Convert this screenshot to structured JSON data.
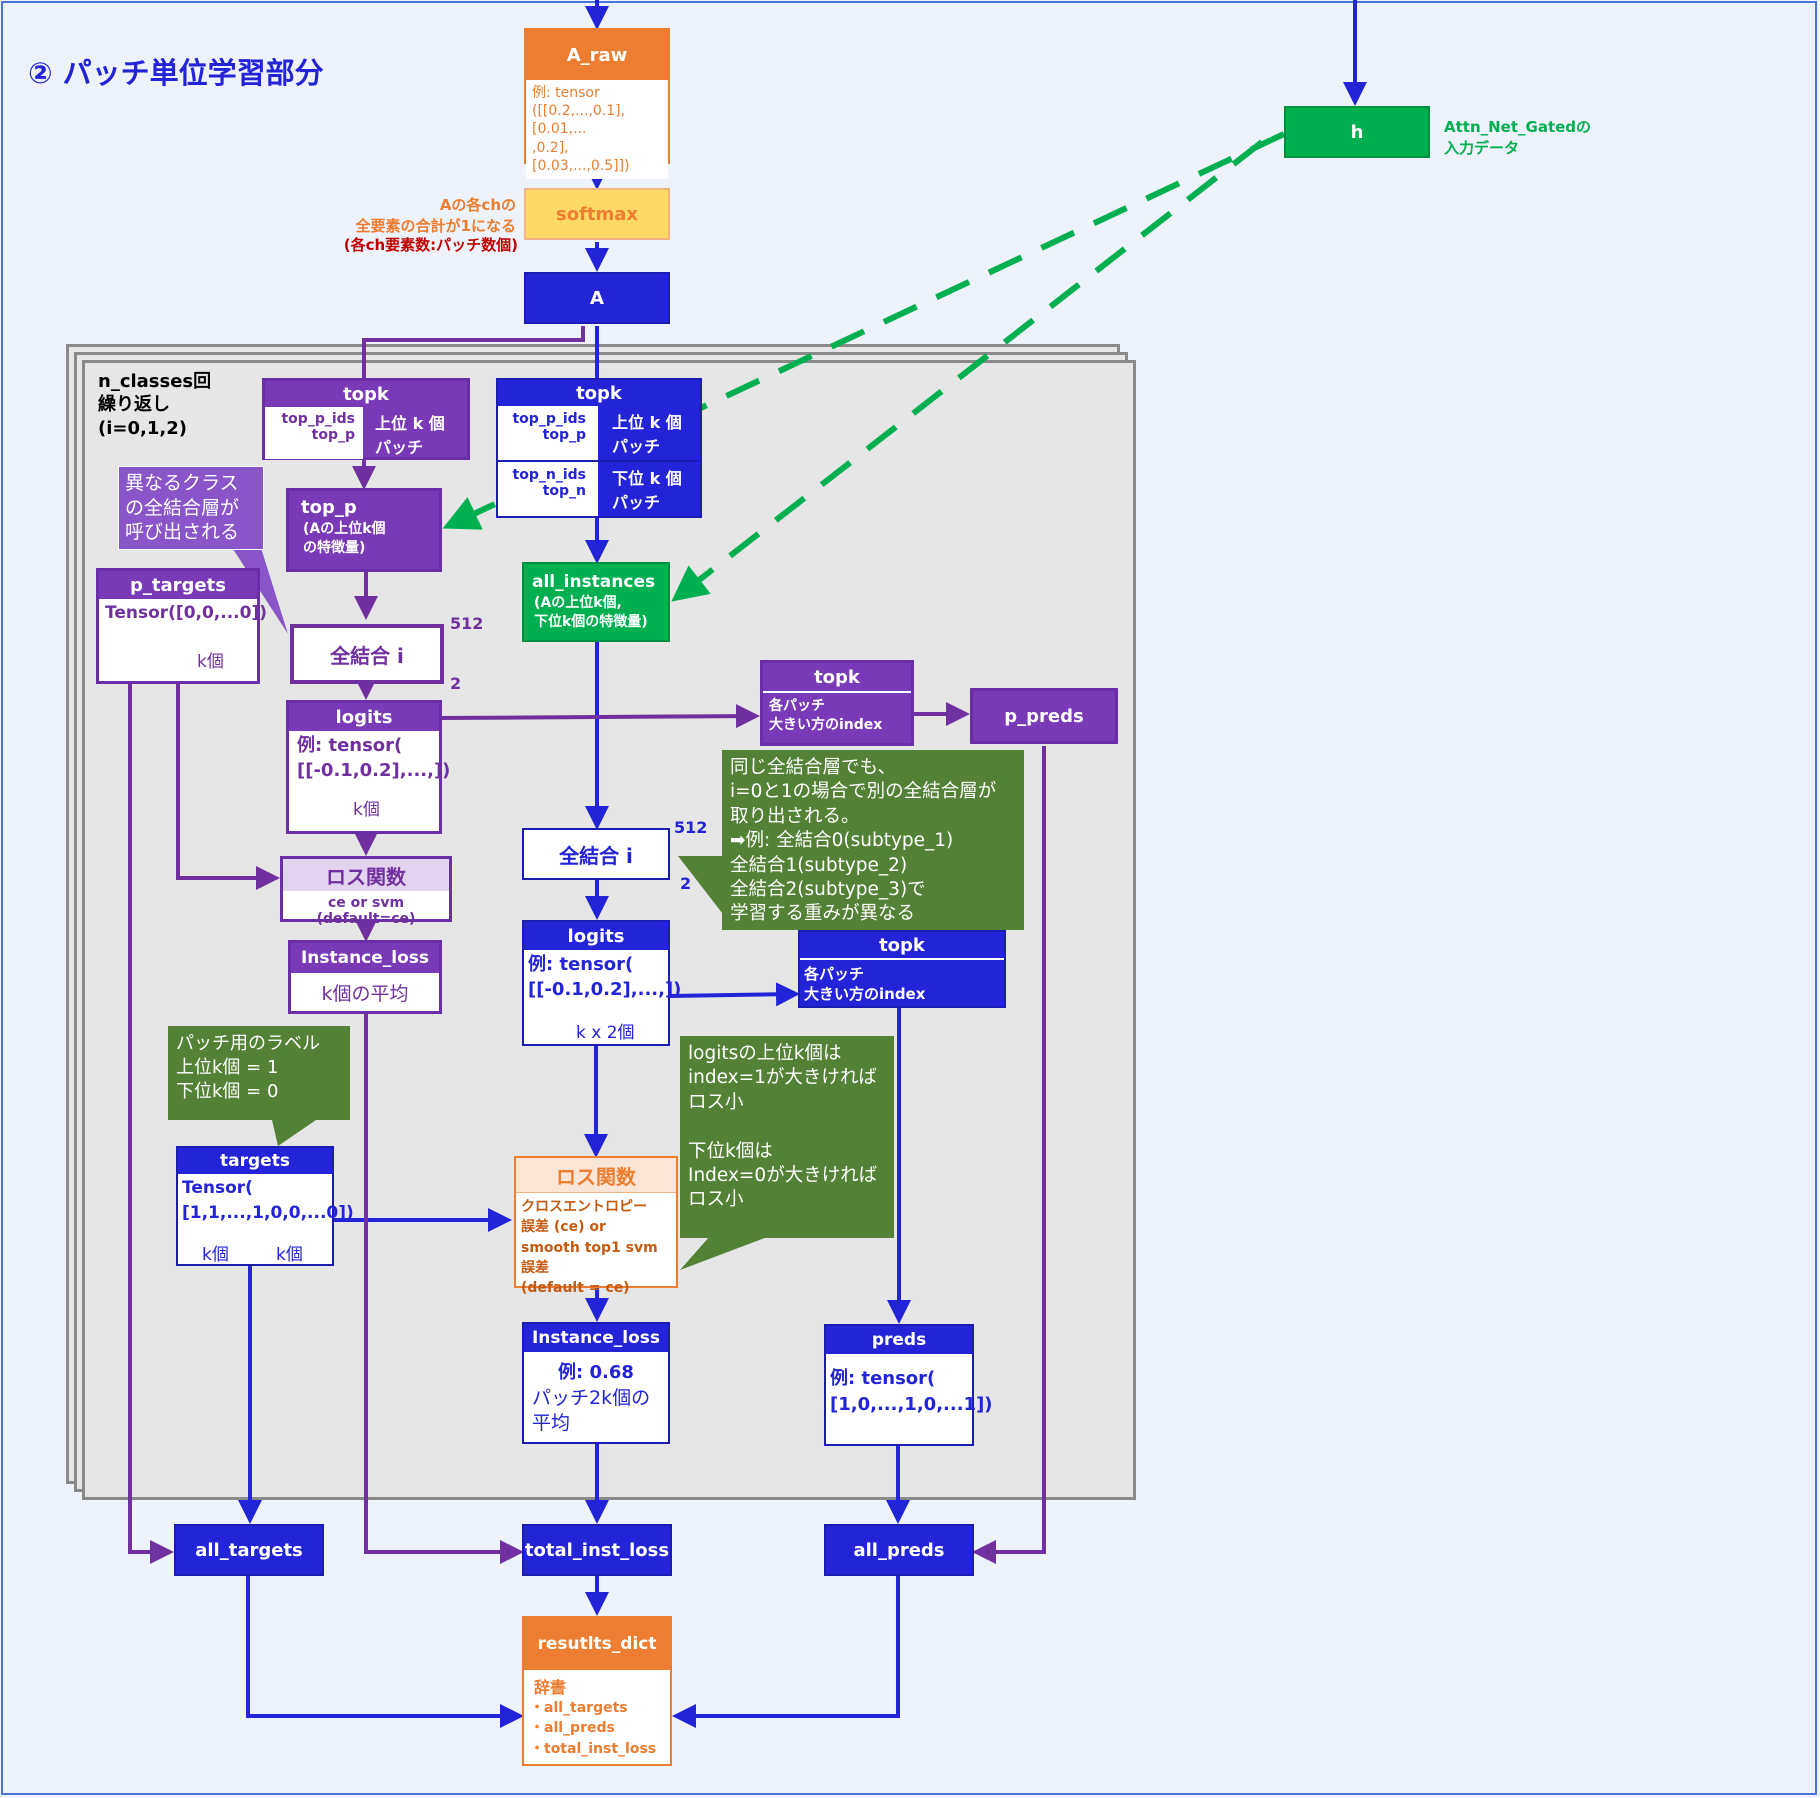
{
  "title": "② パッチ単位学習部分",
  "loop_label": "n_classes回\n繰り返し\n(i=0,1,2)",
  "a_raw": {
    "header": "A_raw",
    "body": "例: tensor\n([[0.2,...,0.1],[0.01,...\n,0.2],[0.03,...,0.5]])"
  },
  "softmax": {
    "label": "softmax",
    "note1": "Aの各chの\n全要素の合計が1になる",
    "note2": "(各ch要素数:パッチ数個)"
  },
  "a_box": "A",
  "h_box": {
    "label": "h",
    "note": "Attn_Net_Gatedの\n入力データ"
  },
  "topk_left": {
    "header": "topk",
    "ids": "top_p_ids\ntop_p",
    "desc": "上位 k 個\nパッチ"
  },
  "topk_center": {
    "header": "topk",
    "row1_ids": "top_p_ids\ntop_p",
    "row1_desc": "上位 k 個\nパッチ",
    "row2_ids": "top_n_ids\ntop_n",
    "row2_desc": "下位 k 個\nパッチ"
  },
  "top_p_box": {
    "header": "top_p",
    "body": "(Aの上位k個\nの特徴量)"
  },
  "all_instances": {
    "header": "all_instances",
    "body": "(Aの上位k個,\n下位k個の特徴量)"
  },
  "callout_purple": "異なるクラス\nの全結合層が\n呼び出される",
  "p_targets": {
    "header": "p_targets",
    "body": "Tensor([0,0,...0])",
    "sub": "k個"
  },
  "fc_left": {
    "label": "全結合 i",
    "in": "512",
    "out": "2"
  },
  "logits_left": {
    "header": "logits",
    "body": "例: tensor(\n[[-0.1,0.2],...,])",
    "sub": "k個"
  },
  "topk_right_p": {
    "header": "topk",
    "body": "各パッチ\n大きい方のindex"
  },
  "p_preds": "p_preds",
  "loss_left": {
    "header": "ロス関数",
    "body": "ce or svm (default=ce)"
  },
  "inst_loss_left": {
    "header": "Instance_loss",
    "body": "k個の平均"
  },
  "fc_center": {
    "label": "全結合 i",
    "in": "512",
    "out": "2"
  },
  "callout_green_1": "同じ全結合層でも、\ni=0と1の場合で別の全結合層が\n取り出される。\n➡例: 全結合0(subtype_1)\n      全結合1(subtype_2)\n      全結合2(subtype_3)で\n      学習する重みが異なる",
  "logits_center": {
    "header": "logits",
    "body": "例: tensor(\n[[-0.1,0.2],...,])",
    "sub": "k x 2個"
  },
  "topk_right_n": {
    "header": "topk",
    "body": "各パッチ\n大きい方のindex"
  },
  "callout_green_2": "logitsの上位k個は\nindex=1が大きければ\nロス小\n\n下位k個は\nIndex=0が大きければ\nロス小",
  "callout_green_3": "パッチ用のラベル\n上位k個 = 1\n下位k個 = 0",
  "targets": {
    "header": "targets",
    "body": "Tensor(\n[1,1,...,1,0,0,...0])",
    "sub1": "k個",
    "sub2": "k個"
  },
  "loss_center": {
    "header": "ロス関数",
    "body": "クロスエントロピー\n誤差 (ce) or\nsmooth top1 svm誤差\n(default = ce)"
  },
  "inst_loss_center": {
    "header": "Instance_loss",
    "body1": "例: 0.68",
    "body2": "パッチ2k個の\n平均"
  },
  "preds": {
    "header": "preds",
    "body": "例: tensor(\n [1,0,...,1,0,...1])"
  },
  "all_targets": "all_targets",
  "total_inst_loss": "total_inst_loss",
  "all_preds": "all_preds",
  "results": {
    "header": "resutlts_dict",
    "title": "辞書",
    "items": "・all_targets\n・all_preds\n・total_inst_loss"
  }
}
